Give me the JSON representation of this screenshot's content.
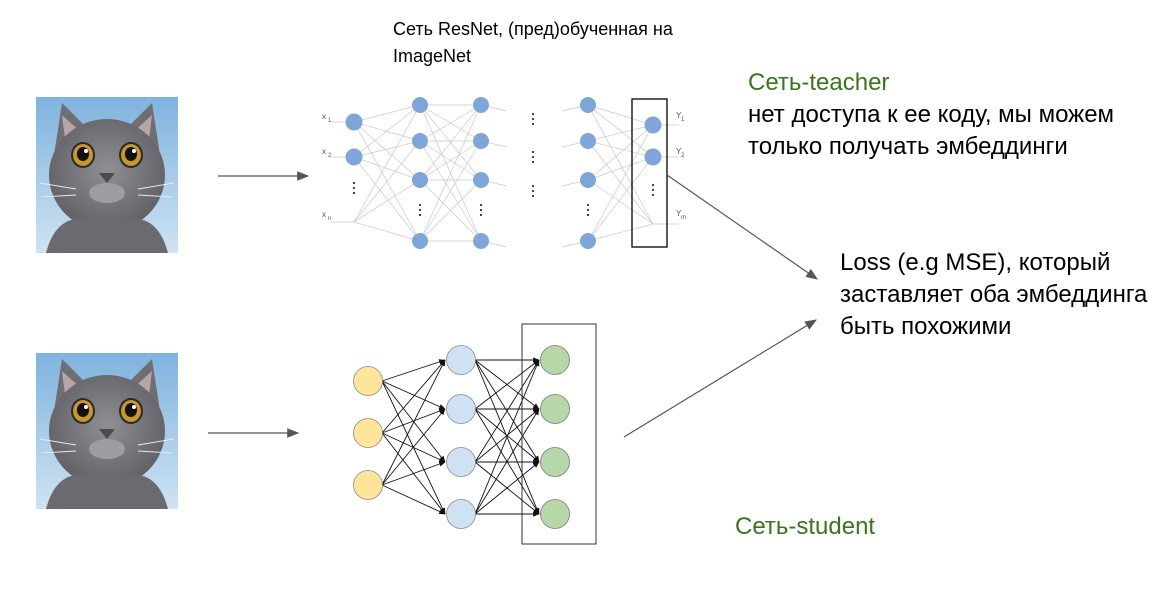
{
  "resnet_caption": "Сеть ResNet, (пред)обученная на ImageNet",
  "teacher": {
    "title": "Сеть-teacher",
    "description": "нет доступа к ее коду, мы можем только получать эмбеддинги"
  },
  "loss": {
    "text": "Loss (e.g MSE), который заставляет оба эмбеддинга быть похожими"
  },
  "student": {
    "title": "Сеть-student"
  },
  "teacher_net": {
    "inputs": [
      "x",
      "x",
      "x"
    ],
    "input_subscripts": [
      "1",
      "2",
      "n"
    ],
    "outputs": [
      "Y",
      "Y",
      "Y"
    ],
    "output_subscripts": [
      "1",
      "2",
      "m"
    ],
    "ellipsis": "⋮"
  },
  "images": [
    {
      "name": "cat-photo-teacher",
      "subject": "gray cat"
    },
    {
      "name": "cat-photo-student",
      "subject": "gray cat"
    }
  ],
  "colors": {
    "accent_green": "#38761d",
    "teacher_node": "#7ea6d8",
    "student_input": "#ffe599",
    "student_hidden": "#cfe2f3",
    "student_output": "#b6d7a8"
  }
}
